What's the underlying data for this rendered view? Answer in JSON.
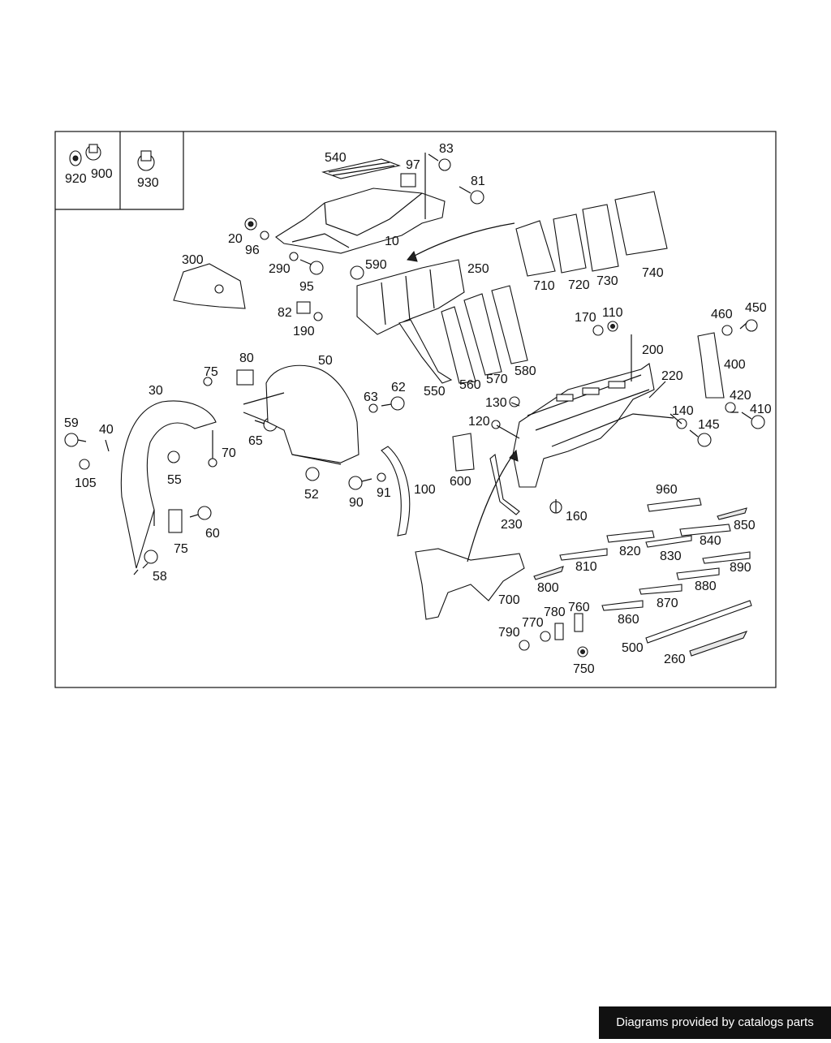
{
  "callouts": [
    "920",
    "900",
    "930",
    "540",
    "97",
    "83",
    "81",
    "10",
    "20",
    "96",
    "290",
    "95",
    "300",
    "590",
    "250",
    "82",
    "190",
    "710",
    "720",
    "730",
    "740",
    "170",
    "110",
    "460",
    "450",
    "200",
    "400",
    "220",
    "420",
    "410",
    "75",
    "80",
    "50",
    "30",
    "63",
    "62",
    "59",
    "40",
    "65",
    "70",
    "130",
    "140",
    "145",
    "120",
    "105",
    "55",
    "52",
    "90",
    "91",
    "100",
    "600",
    "160",
    "230",
    "60",
    "75",
    "58",
    "550",
    "560",
    "570",
    "580",
    "960",
    "850",
    "820",
    "840",
    "830",
    "810",
    "890",
    "800",
    "880",
    "700",
    "870",
    "780",
    "760",
    "770",
    "790",
    "860",
    "500",
    "750",
    "260"
  ],
  "credit": "Diagrams provided by catalogs parts"
}
